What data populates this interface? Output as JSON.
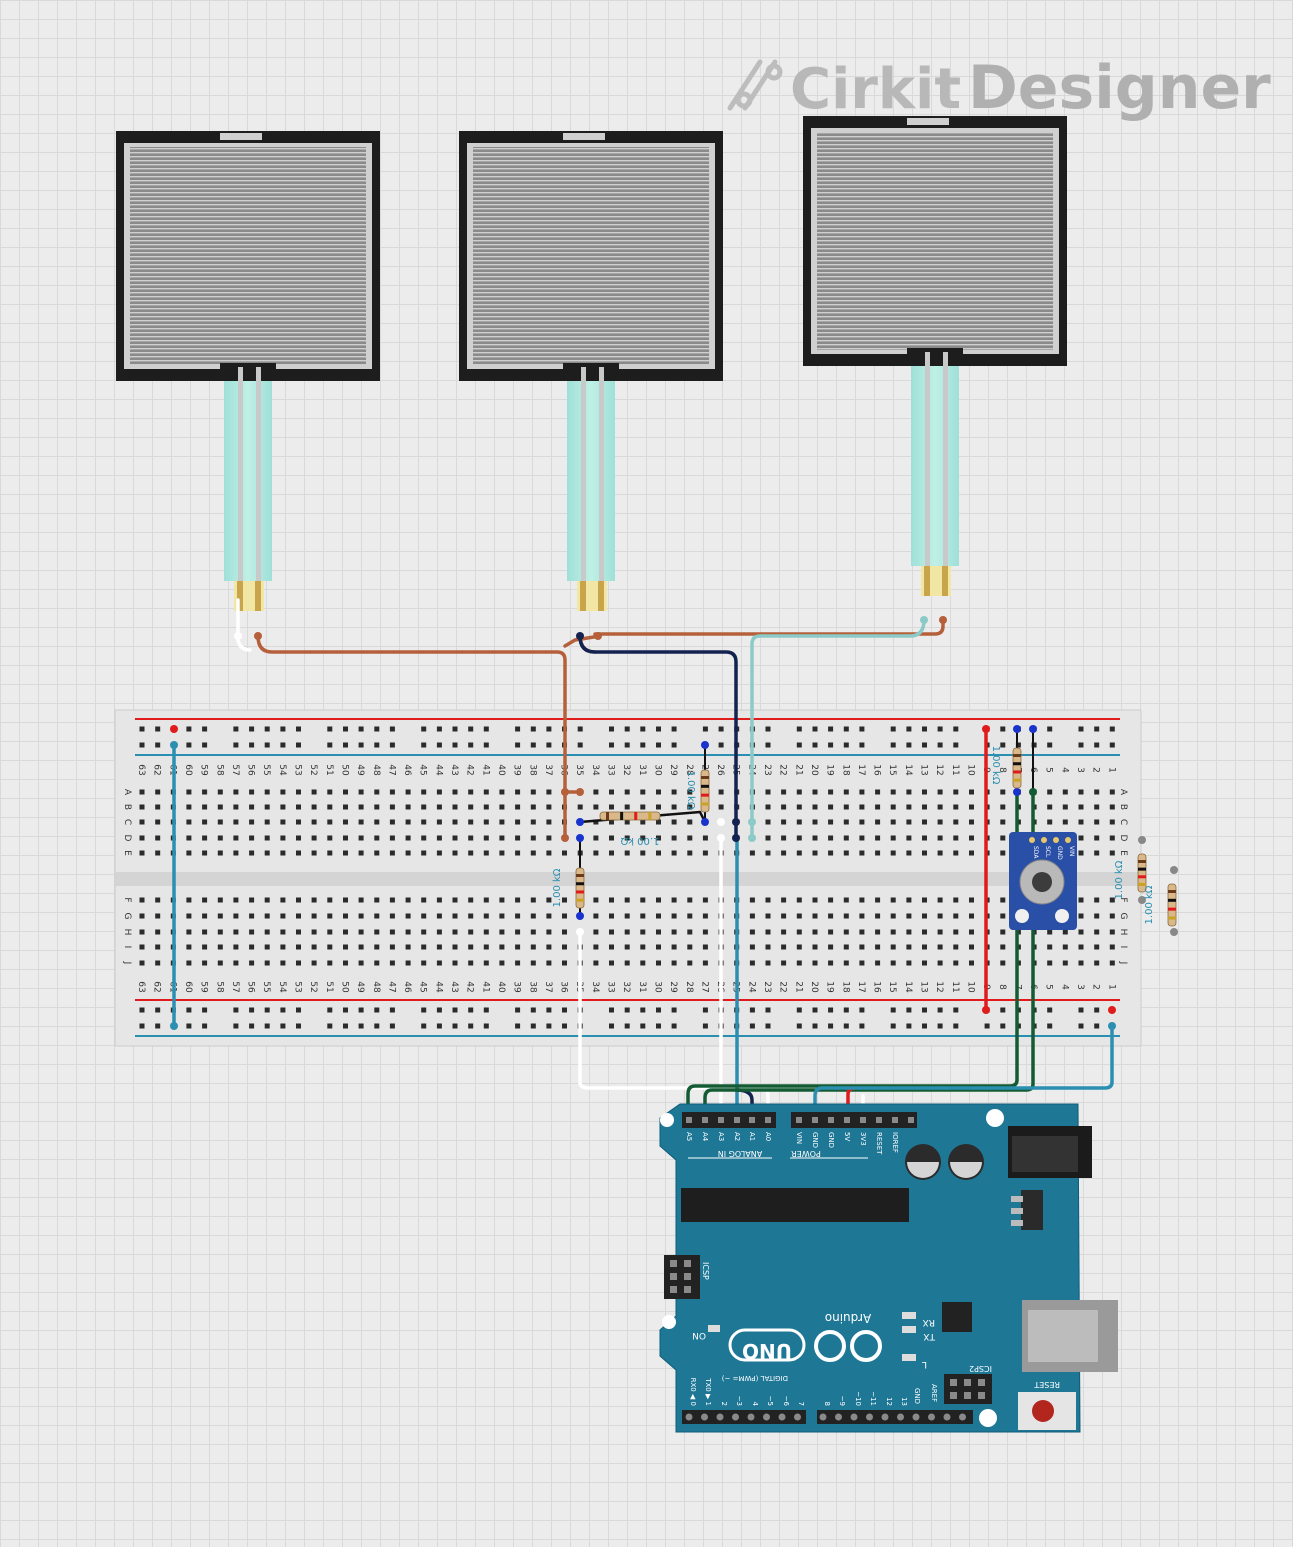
{
  "brand": {
    "name": "Cirkit",
    "product": "Designer"
  },
  "breadboard": {
    "row_letters": [
      "A",
      "B",
      "C",
      "D",
      "E",
      "F",
      "G",
      "H",
      "I",
      "J"
    ],
    "column_numbers": [
      "63",
      "62",
      "61",
      "60",
      "59",
      "58",
      "57",
      "56",
      "55",
      "54",
      "53",
      "52",
      "51",
      "50",
      "49",
      "48",
      "47",
      "46",
      "45",
      "44",
      "43",
      "42",
      "41",
      "40",
      "39",
      "38",
      "37",
      "36",
      "35",
      "34",
      "33",
      "32",
      "31",
      "30",
      "29",
      "28",
      "27",
      "26",
      "25",
      "24",
      "23",
      "22",
      "21",
      "20",
      "19",
      "18",
      "17",
      "16",
      "15",
      "14",
      "13",
      "12",
      "11",
      "10",
      "9",
      "8",
      "7",
      "6",
      "5",
      "4",
      "3",
      "2",
      "1"
    ]
  },
  "resistors": [
    {
      "label": "1.00 kΩ"
    },
    {
      "label": "1.00 kΩ"
    },
    {
      "label": "1.00 kΩ"
    },
    {
      "label": "1.00 kΩ"
    },
    {
      "label": "1.00 kΩ"
    },
    {
      "label": "1.00 kΩ"
    }
  ],
  "sensor_module": {
    "pins": [
      "VIN",
      "GND",
      "SCL",
      "SDA"
    ]
  },
  "arduino": {
    "analog_header_label": "ANALOG IN",
    "analog_pins": [
      "A5",
      "A4",
      "A3",
      "A2",
      "A1",
      "A0"
    ],
    "power_header_label": "POWER",
    "power_pins": [
      "VIN",
      "GND",
      "GND",
      "5V",
      "3V3",
      "RESET",
      "IOREF"
    ],
    "logo_text": "UNO",
    "brand_text": "Arduino",
    "icsp_label": "ICSP",
    "icsp2_label": "ICSP2",
    "on_label": "ON",
    "tx_label": "TX",
    "rx_label": "RX",
    "l_label": "L",
    "reset_label": "RESET",
    "aref_label": "AREF",
    "gnd_label": "GND",
    "digital_label": "DIGITAL (PWM= ~)",
    "digital_pins": [
      "RX0 ◀ 0",
      "TX0 ▶ 1",
      "2",
      "~3",
      "4",
      "~5",
      "~6",
      "7",
      "8",
      "~9",
      "~10",
      "~11",
      "12",
      "13"
    ]
  },
  "colors": {
    "wire_brown": "#b5603a",
    "wire_navy": "#13224e",
    "wire_teal": "#2a8fb0",
    "wire_light_teal": "#8ccac8",
    "wire_red": "#e01b1b",
    "wire_white": "#ffffff",
    "wire_dark_green": "#135c33",
    "wire_black": "#111111",
    "arduino_blue": "#1f7796"
  }
}
